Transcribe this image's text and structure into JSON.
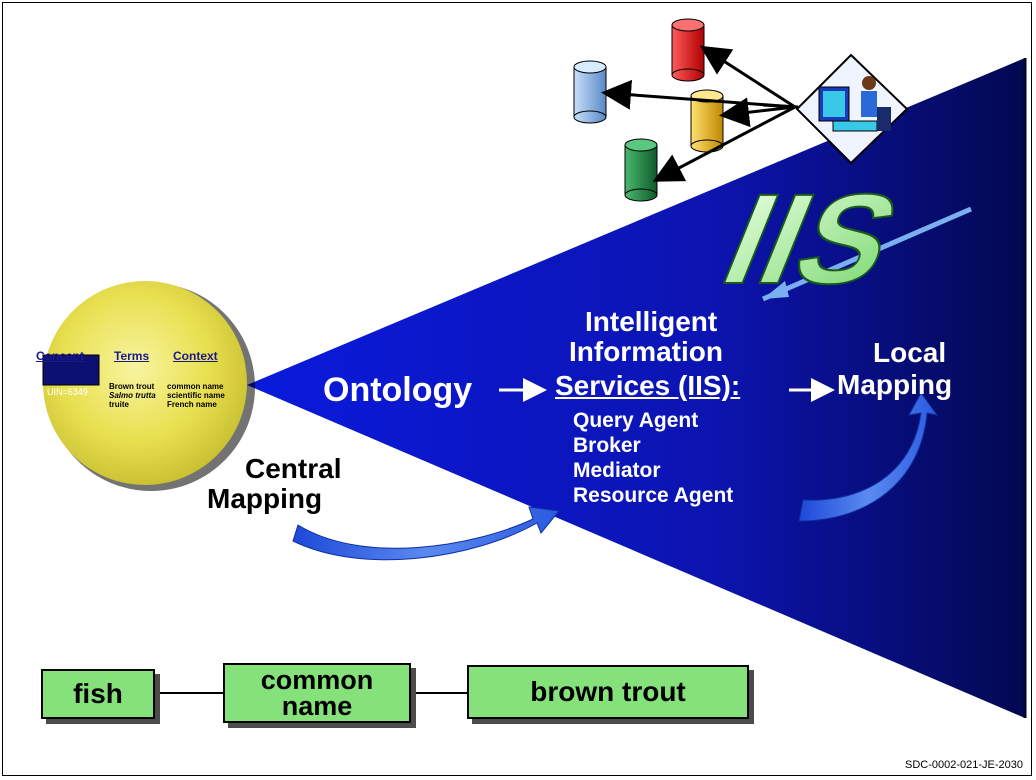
{
  "circle": {
    "headers": [
      "Concept",
      "Terms",
      "Context"
    ],
    "uin": "UIN=6349",
    "terms": [
      "Brown trout",
      "Salmo trutta",
      "truite"
    ],
    "contexts": [
      "common name",
      "scientific name",
      "French name"
    ]
  },
  "wedge": {
    "ontology": "Ontology",
    "iis_title_line1": "Intelligent",
    "iis_title_line2": "Information",
    "iis_title_line3": "Services (IIS):",
    "services": [
      "Query Agent",
      "Broker",
      "Mediator",
      "Resource Agent"
    ],
    "local_line1": "Local",
    "local_line2": "Mapping",
    "logo": "IIS"
  },
  "central_mapping": {
    "line1": "Central",
    "line2": "Mapping"
  },
  "chain": {
    "box1": "fish",
    "box2_line1": "common",
    "box2_line2": "name",
    "box3": "brown trout"
  },
  "footer": "SDC-0002-021-JE-2030",
  "colors": {
    "wedge": "#0a10b8",
    "circle": "#e8e24a",
    "box": "#85e27a",
    "curved_arrow": "#3a6ee8",
    "db_blue": "#8fb8e8",
    "db_red": "#e01818",
    "db_yellow": "#e8b818",
    "db_green": "#2a8a4a"
  },
  "icons": [
    "database-icon",
    "computer-user-icon",
    "curved-arrow-icon",
    "arrow-right-icon"
  ]
}
